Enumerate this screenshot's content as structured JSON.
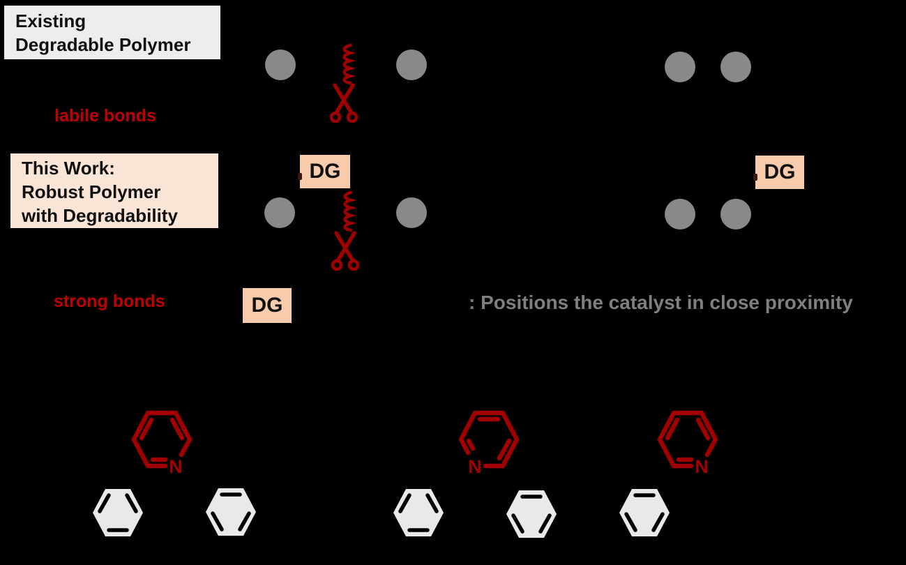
{
  "colors": {
    "background": "#000000",
    "label_red": "#C00000",
    "structure_red": "#A00000",
    "circle_gray": "#898989",
    "note_gray": "#7F7F7F",
    "dg_box_bg": "#F8CBAD",
    "existing_box_bg": "#EDEDED",
    "this_work_box_bg": "#FBE5D6",
    "benzene_fill": "#E9E9E9",
    "bond_black": "#000000",
    "nub_dark": "#3A1A10"
  },
  "headers": {
    "existing": {
      "line1": "Existing",
      "line2": "Degradable Polymer"
    },
    "this_work": {
      "line1": "This Work:",
      "line2": "Robust Polymer",
      "line3": "with Degradability"
    }
  },
  "labels": {
    "labile_bonds": "labile bonds",
    "strong_bonds": "strong bonds",
    "dg": "DG",
    "catalyst_note": ": Positions the catalyst in close proximity",
    "nitrogen": "N"
  },
  "icons": {
    "scissors_icon": "✂",
    "wavy_bond_icon": "〰"
  }
}
